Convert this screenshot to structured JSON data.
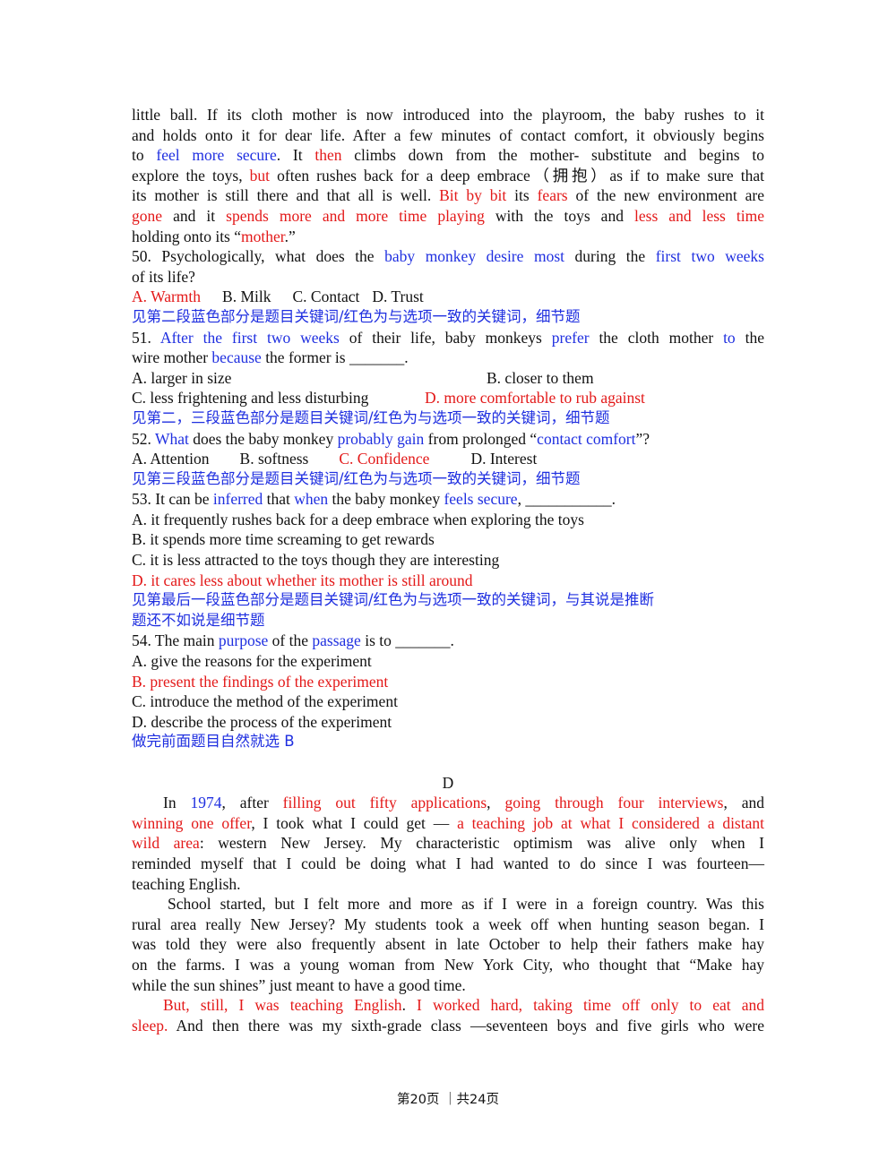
{
  "p1": {
    "l1": "little ball. If its cloth mother is now introduced into the playroom, the baby rushes to it",
    "l2": "and holds onto it for dear life. After a few minutes of contact comfort, it obviously begins",
    "l3a": "to ",
    "l3b": "feel more secure",
    "l3c": ". It ",
    "l3d": "then",
    "l3e": " climbs down from the mother- substitute and begins to",
    "l4a": "explore the toys, ",
    "l4b": "but",
    "l4c": " often rushes back for a deep embrace（拥抱）as if to make sure that",
    "l5a": "its mother is still there and that all is well. ",
    "l5b": "Bit by bit",
    "l5c": " its ",
    "l5d": "fears",
    "l5e": " of the new environment are",
    "l6a": "gone",
    "l6b": " and it ",
    "l6c": "spends more and more time playing",
    "l6d": " with the toys and ",
    "l6e": "less and less time",
    "l7a": "holding onto its “",
    "l7b": "mother",
    "l7c": ".”"
  },
  "q50": {
    "a": "50. Psychologically, what does the ",
    "b": "baby monkey desire most",
    "c": " during the ",
    "d": "first two weeks",
    "l2": "of its life?",
    "optA": "A. Warmth",
    "optB": "B. Milk",
    "optC": "C. Contact",
    "optD": "D. Trust",
    "note": "见第二段蓝色部分是题目关键词/红色为与选项一致的关键词，细节题"
  },
  "q51": {
    "a": "51. ",
    "b": "After the first two weeks",
    "c": " of their life, baby monkeys ",
    "d": "prefer",
    "e": " the cloth mother ",
    "f": "to",
    "g": " the",
    "l2a": "wire mother ",
    "l2b": "because",
    "l2c": " the former is _______.",
    "optA": "A. larger in size",
    "optB": "B. closer to them",
    "optC": "C. less frightening and less disturbing",
    "optD": "D. more comfortable to rub against",
    "note": "见第二，三段蓝色部分是题目关键词/红色为与选项一致的关键词，细节题"
  },
  "q52": {
    "a": "52. ",
    "b": "What",
    "c": " does the baby monkey ",
    "d": "probably gain",
    "e": " from prolonged “",
    "f": "contact comfort",
    "g": "”?",
    "optA": "A. Attention",
    "optB": "B. softness",
    "optC": "C. Confidence",
    "optD": "D. Interest",
    "note": "见第三段蓝色部分是题目关键词/红色为与选项一致的关键词，细节题"
  },
  "q53": {
    "a": "53. It can be ",
    "b": "inferred",
    "c": " that ",
    "d": "when",
    "e": " the baby monkey ",
    "f": "feels secure",
    "g": ", ___________.",
    "optA": "A. it frequently rushes back for a deep embrace when exploring the toys",
    "optB": "B. it spends more time screaming to get rewards",
    "optC": "C. it is less attracted to the toys though they are interesting",
    "optD": "D. it cares less about whether its mother is still around",
    "note1": "见第最后一段蓝色部分是题目关键词/红色为与选项一致的关键词，与其说是推断",
    "note2": "题还不如说是细节题"
  },
  "q54": {
    "a": "54. The main ",
    "b": "purpose",
    "c": " of the ",
    "d": "passage",
    "e": " is to _______.",
    "optA": "A. give the reasons for the experiment",
    "optB": "B. present the findings of the experiment",
    "optC": "C. introduce the method of the experiment",
    "optD": "D. describe the process of the experiment",
    "note": "做完前面题目自然就选 B"
  },
  "sectionD": {
    "heading": "D",
    "p1": {
      "l1a": "In ",
      "l1b": "1974",
      "l1c": ", after ",
      "l1d": "filling out fifty applications",
      "l1e": ", ",
      "l1f": "going through four interviews",
      "l1g": ", and",
      "l2a": "winning one offer",
      "l2b": ", I took what I could get — ",
      "l2c": "a teaching job at what I considered a distant",
      "l3a": "wild area",
      "l3b": ": western New Jersey. My characteristic optimism was alive only when I",
      "l4": "reminded myself that I could be doing what I had wanted to do since I was fourteen—",
      "l5": "teaching English."
    },
    "p2": {
      "l1": "School started, but I felt more and more as if I were in a foreign country. Was this",
      "l2": "rural area really New Jersey? My students took a week off when hunting season began. I",
      "l3": "was told they were also frequently absent in late October to help their fathers make hay",
      "l4": "on the farms. I was a young woman from New York City, who thought that “Make hay",
      "l5": "while the sun shines” just meant to have a good time."
    },
    "p3": {
      "l1a": "But, still, I was teaching English",
      "l1b": ". ",
      "l1c": "I worked hard, taking time off only to eat and",
      "l2a": "sleep.",
      "l2b": " And then there was my sixth-grade class —seventeen boys and five girls who were"
    }
  },
  "footer": "第20页 ｜共24页"
}
